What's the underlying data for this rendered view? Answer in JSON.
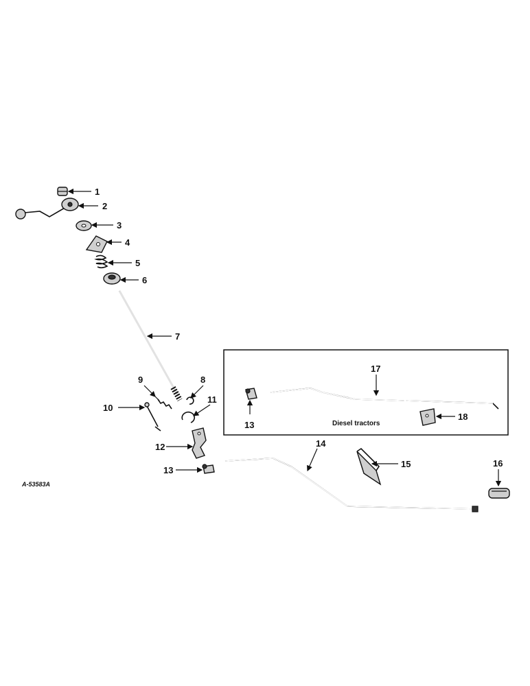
{
  "drawing_code": "A-53583A",
  "inset_caption": "Diesel tractors",
  "callouts": [
    "1",
    "2",
    "3",
    "4",
    "5",
    "6",
    "7",
    "8",
    "9",
    "10",
    "11",
    "12",
    "13",
    "14",
    "15",
    "16",
    "17",
    "18",
    "13"
  ]
}
